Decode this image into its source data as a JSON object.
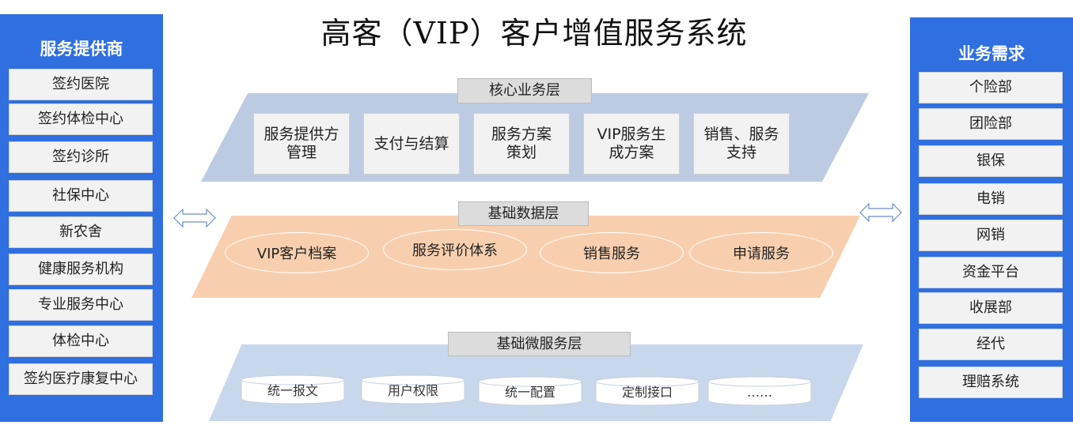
{
  "title": "高客（VIP）客户增值服务系统",
  "left_panel": {
    "title": "服务提供商",
    "items": [
      "签约医院",
      "签约体检中心",
      "签约诊所",
      "社保中心",
      "新农舍",
      "健康服务机构",
      "专业服务中心",
      "体检中心",
      "签约医疗康复中心"
    ]
  },
  "right_panel": {
    "title": "业务需求",
    "items": [
      "个险部",
      "团险部",
      "银保",
      "电销",
      "网销",
      "资金平台",
      "收展部",
      "经代",
      "理赔系统"
    ]
  },
  "core_layer": {
    "label": "核心业务层",
    "boxes": [
      "服务提供方\n管理",
      "支付与结算",
      "服务方案\n策划",
      "VIP服务生\n成方案",
      "销售、服务\n支持"
    ]
  },
  "data_layer": {
    "label": "基础数据层",
    "items": [
      "VIP客户档案",
      "服务评价体系",
      "销售服务",
      "申请服务"
    ]
  },
  "micro_layer": {
    "label": "基础微服务层",
    "items": [
      "统一报文",
      "用户权限",
      "统一配置",
      "定制接口",
      "……"
    ]
  },
  "colors": {
    "panel_blue": "#2f6fe0",
    "core_fill": "#bccbe2",
    "data_fill": "#f8cfae",
    "micro_fill": "#c9d7ec",
    "box_fill": "#f2f2f2"
  },
  "icons": [
    "double-arrow-icon-left",
    "double-arrow-icon-right"
  ]
}
